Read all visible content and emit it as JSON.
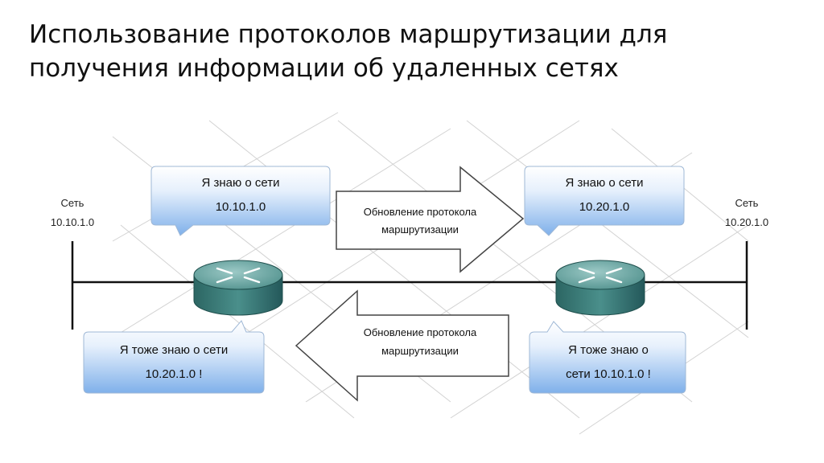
{
  "title": {
    "line1": "Использование протоколов маршрутизации для",
    "line2": "получения информации об удаленных сетях"
  },
  "networks": {
    "left": {
      "label": "Сеть",
      "address": "10.10.1.0"
    },
    "right": {
      "label": "Сеть",
      "address": "10.20.1.0"
    }
  },
  "bubbles": {
    "top_left": {
      "line1": "Я знаю о сети",
      "line2": "10.10.1.0"
    },
    "top_right": {
      "line1": "Я знаю о сети",
      "line2": "10.20.1.0"
    },
    "bottom_left": {
      "line1": "Я тоже знаю о сети",
      "line2": "10.20.1.0 !"
    },
    "bottom_right": {
      "line1": "Я тоже знаю о",
      "line2": "сети 10.10.1.0 !"
    }
  },
  "arrows": {
    "right": {
      "line1": "Обновление протокола",
      "line2": "маршрутизации"
    },
    "left": {
      "line1": "Обновление протокола",
      "line2": "маршрутизации"
    }
  },
  "colors": {
    "bubble_top": "#ffffff",
    "bubble_bottom": "#7fb0ea",
    "bubble_border": "#9fb8d6",
    "router_top": "#6aa7a3",
    "router_side": "#2f6e6b",
    "grid": "#d0d0d0",
    "line": "#111111"
  },
  "icons": {
    "router": "router-icon",
    "arrow_right": "arrow-right-icon",
    "arrow_left": "arrow-left-icon"
  }
}
